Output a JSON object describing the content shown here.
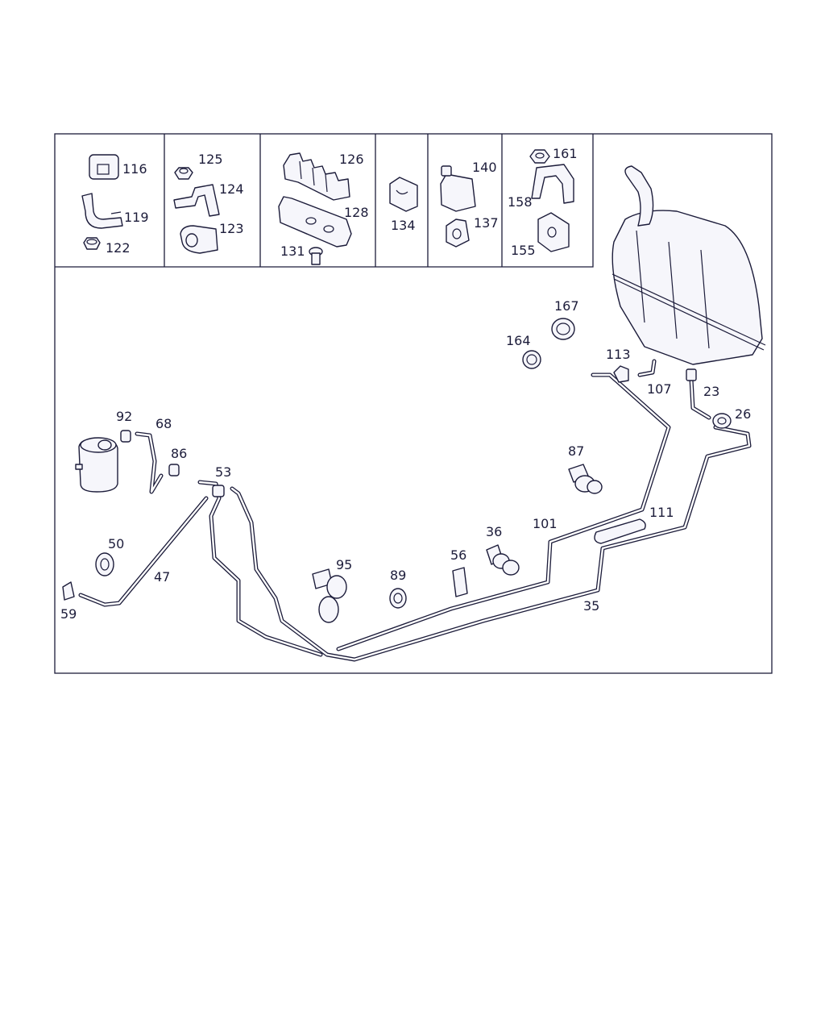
{
  "colors": {
    "ink": "#1c1c3a",
    "background": "#ffffff"
  },
  "callouts": {
    "c116": "116",
    "c119": "119",
    "c122": "122",
    "c125": "125",
    "c124": "124",
    "c123": "123",
    "c126": "126",
    "c128": "128",
    "c131": "131",
    "c134": "134",
    "c140": "140",
    "c137": "137",
    "c161": "161",
    "c158": "158",
    "c155": "155",
    "c167": "167",
    "c164": "164",
    "c113": "113",
    "c107": "107",
    "c23": "23",
    "c26": "26",
    "c92": "92",
    "c68": "68",
    "c86": "86",
    "c53": "53",
    "c87": "87",
    "c111": "111",
    "c101": "101",
    "c50": "50",
    "c47": "47",
    "c59": "59",
    "c95": "95",
    "c89": "89",
    "c56": "56",
    "c36": "36",
    "c35": "35"
  }
}
